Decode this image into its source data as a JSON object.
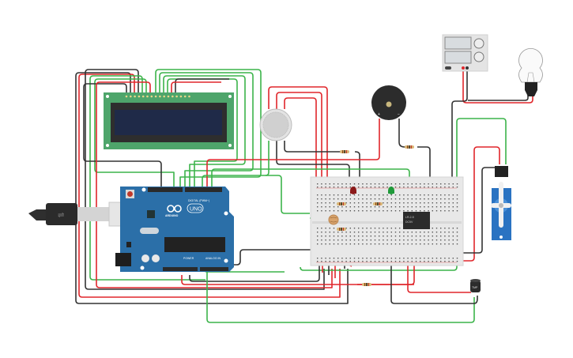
{
  "diagram": {
    "title": "Arduino circuit with LCD, gas sensor, buzzer, LEDs, relay, servo, lamp and temperature sensor",
    "components": {
      "arduino": {
        "name": "Arduino Uno",
        "logo_text": "UNO",
        "brand_text": "ARDUINO",
        "digital_label": "DIGITAL (PWM~)",
        "power_label": "POWER",
        "analog_label": "ANALOG IN"
      },
      "lcd": {
        "name": "LCD 16x2",
        "pin_count": 16
      },
      "gas_sensor": {
        "name": "Gas Sensor"
      },
      "buzzer": {
        "name": "Piezo Buzzer",
        "plus": "+",
        "minus": "−"
      },
      "power_supply": {
        "name": "Power Supply"
      },
      "bulb": {
        "name": "Light Bulb"
      },
      "breadboard": {
        "name": "Breadboard"
      },
      "led_red": {
        "name": "Red LED",
        "color": "#8b1a1a"
      },
      "led_green": {
        "name": "Green LED",
        "color": "#1f9a3a"
      },
      "relay": {
        "name": "Relay",
        "text_line1": "LR-2-5",
        "text_line2": "DC5V"
      },
      "servo": {
        "name": "Micro Servo"
      },
      "temp_sensor": {
        "name": "Temperature Sensor",
        "label": "TMP"
      },
      "photoresistor": {
        "name": "Photoresistor"
      },
      "usb_cable": {
        "name": "USB Cable"
      }
    },
    "wire_colors": {
      "red": "#e0262b",
      "black": "#333333",
      "green": "#3cb44a"
    }
  }
}
